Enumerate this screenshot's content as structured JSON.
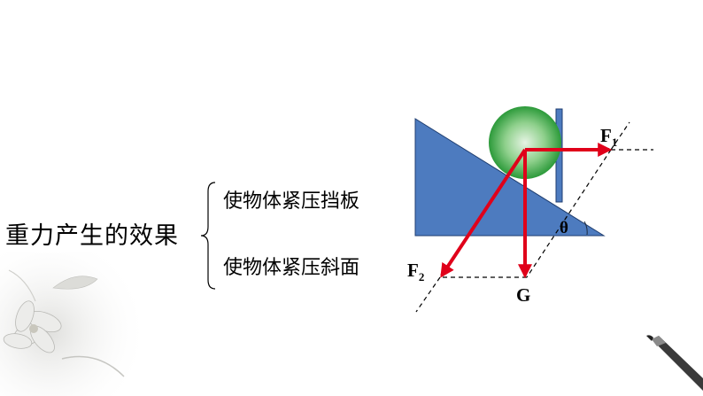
{
  "slide": {
    "title": "重力产生的效果",
    "effects": [
      "使物体紧压挡板",
      "使物体紧压斜面"
    ]
  },
  "diagram": {
    "labels": {
      "f1_main": "F",
      "f1_sub": "1",
      "f2_main": "F",
      "f2_sub": "2",
      "gravity": "G",
      "angle": "θ"
    },
    "colors": {
      "incline": "#4d7bbf",
      "arrow": "#e0001a",
      "ball_center": "#e6f4e4",
      "ball_edge": "#2c9a3a"
    }
  }
}
